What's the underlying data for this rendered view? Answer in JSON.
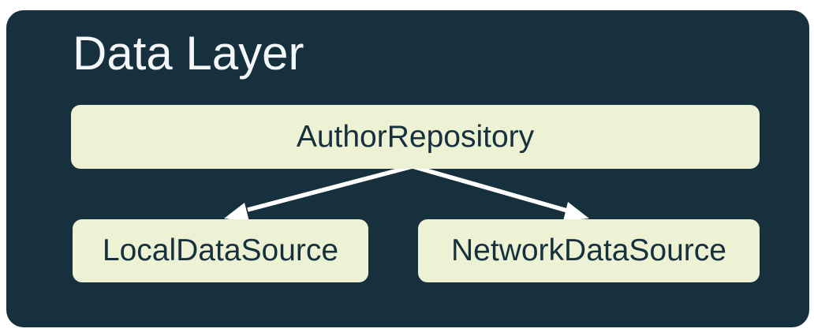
{
  "diagram": {
    "title": "Data Layer",
    "nodes": [
      {
        "id": "author-repository",
        "label": "AuthorRepository"
      },
      {
        "id": "local-data-source",
        "label": "LocalDataSource"
      },
      {
        "id": "network-data-source",
        "label": "NetworkDataSource"
      }
    ],
    "edges": [
      {
        "from": "AuthorRepository",
        "to": "LocalDataSource",
        "style": "arrow"
      },
      {
        "from": "AuthorRepository",
        "to": "NetworkDataSource",
        "style": "arrow"
      }
    ],
    "colors": {
      "container_bg": "#16303D",
      "node_bg": "#EDF2D4",
      "node_text": "#16303D",
      "title_text": "#F4F6F7",
      "arrow": "#FFFFFF",
      "page_bg": "#FFFFFF"
    }
  }
}
